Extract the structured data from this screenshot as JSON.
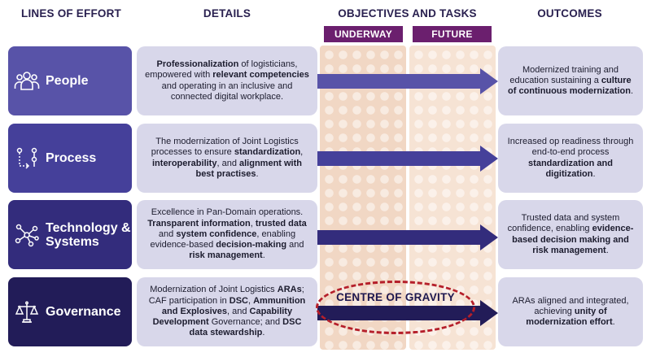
{
  "headers": {
    "lines_of_effort": "LINES OF EFFORT",
    "details": "DETAILS",
    "objectives": "OBJECTIVES AND TASKS",
    "outcomes": "OUTCOMES"
  },
  "objective_tags": {
    "underway": "UNDERWAY",
    "future": "FUTURE"
  },
  "rows": [
    {
      "loe": "People",
      "icon": "people-group-icon",
      "details": [
        {
          "t": "Professionalization",
          "b": true
        },
        {
          "t": " of logisticians, empowered with ",
          "b": false
        },
        {
          "t": "relevant competencies",
          "b": true
        },
        {
          "t": " and operating in an inclusive and connected digital workplace.",
          "b": false
        }
      ],
      "outcome": [
        {
          "t": "Modernized training and education sustaining a ",
          "b": false
        },
        {
          "t": "culture of continuous modernization",
          "b": true
        },
        {
          "t": ".",
          "b": false
        }
      ]
    },
    {
      "loe": "Process",
      "icon": "process-flow-icon",
      "details": [
        {
          "t": "The modernization of Joint Logistics processes to ensure ",
          "b": false
        },
        {
          "t": "standardization",
          "b": true
        },
        {
          "t": ", ",
          "b": false
        },
        {
          "t": "interoperability",
          "b": true
        },
        {
          "t": ", and ",
          "b": false
        },
        {
          "t": "alignment with best practises",
          "b": true
        },
        {
          "t": ".",
          "b": false
        }
      ],
      "outcome": [
        {
          "t": "Increased op readiness through end-to-end process ",
          "b": false
        },
        {
          "t": "standardization and digitization",
          "b": true
        },
        {
          "t": ".",
          "b": false
        }
      ]
    },
    {
      "loe": "Technology & Systems",
      "icon": "network-nodes-icon",
      "details": [
        {
          "t": "Excellence in Pan-Domain operations. ",
          "b": false
        },
        {
          "t": "Transparent information",
          "b": true
        },
        {
          "t": ", ",
          "b": false
        },
        {
          "t": "trusted data",
          "b": true
        },
        {
          "t": " and ",
          "b": false
        },
        {
          "t": "system confidence",
          "b": true
        },
        {
          "t": ", enabling evidence-based ",
          "b": false
        },
        {
          "t": "decision-making",
          "b": true
        },
        {
          "t": " and ",
          "b": false
        },
        {
          "t": "risk management",
          "b": true
        },
        {
          "t": ".",
          "b": false
        }
      ],
      "outcome": [
        {
          "t": "Trusted data and system confidence, enabling ",
          "b": false
        },
        {
          "t": "evidence-based decision making and risk management",
          "b": true
        },
        {
          "t": ".",
          "b": false
        }
      ]
    },
    {
      "loe": "Governance",
      "icon": "balance-scale-icon",
      "details": [
        {
          "t": "Modernization of Joint Logistics ",
          "b": false
        },
        {
          "t": "ARAs",
          "b": true
        },
        {
          "t": "; CAF participation in ",
          "b": false
        },
        {
          "t": "DSC",
          "b": true
        },
        {
          "t": ", ",
          "b": false
        },
        {
          "t": "Ammunition and Explosives",
          "b": true
        },
        {
          "t": ", and ",
          "b": false
        },
        {
          "t": "Capability Development",
          "b": true
        },
        {
          "t": " Governance; and ",
          "b": false
        },
        {
          "t": "DSC data stewardship",
          "b": true
        },
        {
          "t": ".",
          "b": false
        }
      ],
      "outcome": [
        {
          "t": "ARAs aligned and integrated, achieving ",
          "b": false
        },
        {
          "t": "unity of modernization effort",
          "b": true
        },
        {
          "t": ".",
          "b": false
        }
      ]
    }
  ],
  "centre_of_gravity": "CENTRE OF GRAVITY",
  "colors": {
    "people": "#5853a8",
    "process": "#45409a",
    "technology": "#332c7c",
    "governance": "#221c58",
    "tag": "#6b1f6e",
    "ellipse": "#b51f2a"
  }
}
